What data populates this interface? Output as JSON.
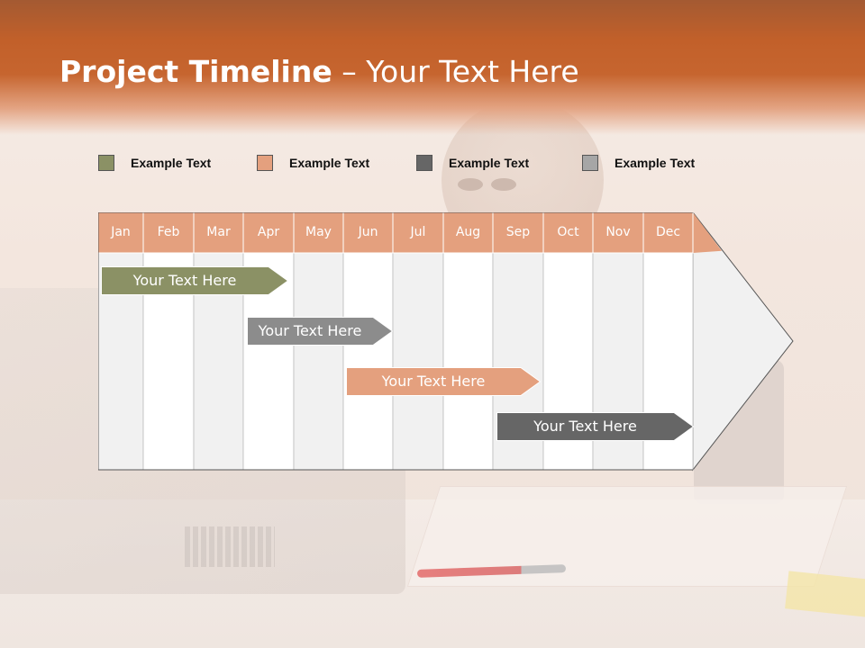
{
  "slide": {
    "title_bold": "Project Timeline",
    "title_rest": " – Your Text Here"
  },
  "legend": [
    {
      "label": "Example Text",
      "color": "#8b9165"
    },
    {
      "label": "Example Text",
      "color": "#e4a07e"
    },
    {
      "label": "Example Text",
      "color": "#666666"
    },
    {
      "label": "Example Text",
      "color": "#a6a6a6"
    }
  ],
  "timeline": {
    "months": [
      "Jan",
      "Feb",
      "Mar",
      "Apr",
      "May",
      "Jun",
      "Jul",
      "Aug",
      "Sep",
      "Oct",
      "Nov",
      "Dec"
    ],
    "header_color": "#e4a07e",
    "bars": [
      {
        "label": "Your  Text Here",
        "color": "#8b9165",
        "start_month": "Jan",
        "end_month": "Apr"
      },
      {
        "label": "Your  Text Here",
        "color": "#8c8c8c",
        "start_month": "Apr",
        "end_month": "Jun"
      },
      {
        "label": "Your  Text Here",
        "color": "#e4a07e",
        "start_month": "Jun",
        "end_month": "Sep"
      },
      {
        "label": "Your  Text Here",
        "color": "#666666",
        "start_month": "Sep",
        "end_month": "Dec"
      }
    ]
  }
}
